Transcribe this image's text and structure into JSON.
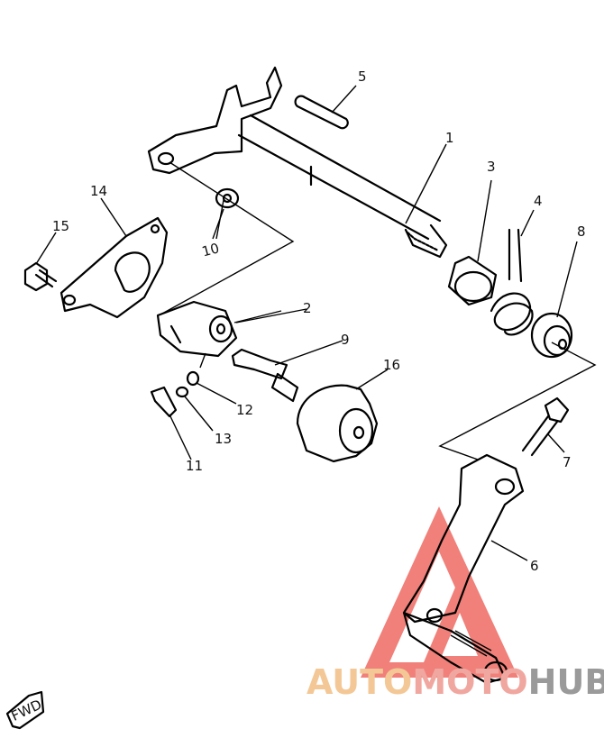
{
  "diagram": {
    "callouts": [
      "1",
      "2",
      "3",
      "4",
      "5",
      "6",
      "7",
      "8",
      "9",
      "10",
      "11",
      "12",
      "13",
      "14",
      "15",
      "16"
    ],
    "direction_label": "FWD"
  },
  "watermark": {
    "part1": "AUTO",
    "part2": "MOTO",
    "part3": "HUB",
    "colors": {
      "auto": "#f3c896",
      "moto": "#f0a7a0",
      "hub": "#9a9a9a",
      "logo": "#ee6a62"
    }
  }
}
